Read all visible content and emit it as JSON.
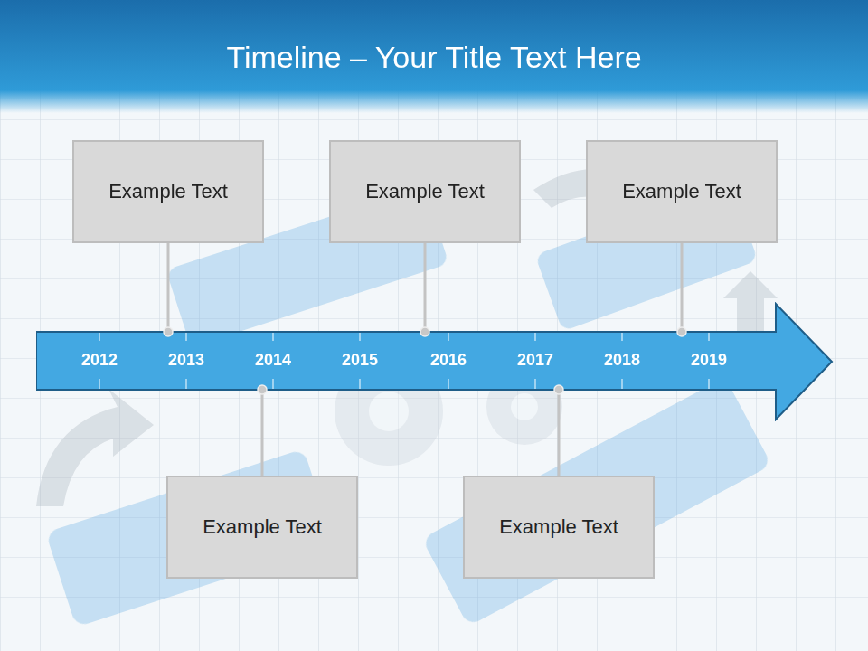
{
  "diagram": {
    "title": "Timeline – Your Title Text Here",
    "nodes": [
      {
        "text": [
          "Example Text"
        ]
      },
      {
        "text": [
          "Example Text"
        ]
      },
      {
        "text": [
          "Example Text"
        ]
      },
      {
        "text": [
          "2012",
          "2013",
          "2014",
          "2015",
          "2016",
          "2017",
          "2018",
          "2019"
        ]
      },
      {
        "text": [
          "Example Text"
        ]
      },
      {
        "text": [
          "Example Text"
        ]
      }
    ],
    "edges": [
      {
        "from": 0,
        "to": 3,
        "arrow": "none"
      },
      {
        "from": 1,
        "to": 3,
        "arrow": "none"
      },
      {
        "from": 2,
        "to": 3,
        "arrow": "none"
      },
      {
        "from": 4,
        "to": 3,
        "arrow": "none"
      },
      {
        "from": 5,
        "to": 3,
        "arrow": "none"
      }
    ]
  }
}
